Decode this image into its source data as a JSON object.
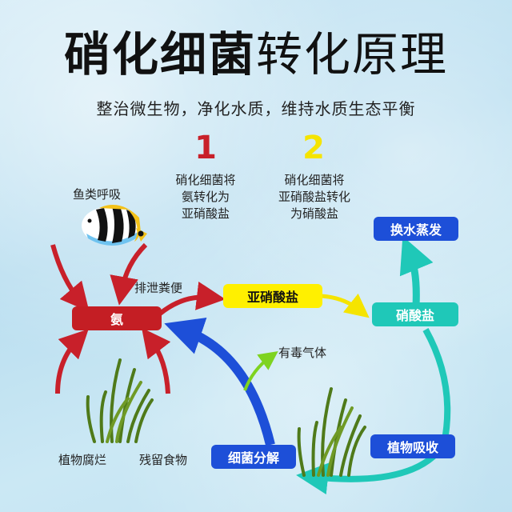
{
  "title": {
    "bold_part": "硝化细菌",
    "light_part": "转化原理"
  },
  "subtitle": "整治微生物，净化水质，维持水质生态平衡",
  "steps": [
    {
      "number": "1",
      "color": "#c8202a",
      "lines": [
        "硝化细菌将",
        "氨转化为",
        "亚硝酸盐"
      ]
    },
    {
      "number": "2",
      "color": "#f5e400",
      "lines": [
        "硝化细菌将",
        "亚硝酸盐转化",
        "为硝酸盐"
      ]
    }
  ],
  "labels": {
    "fish_breathing": "鱼类呼吸",
    "excretion": "排泄粪便",
    "toxic_gas": "有毒气体",
    "plant_decay": "植物腐烂",
    "food_residue": "残留食物"
  },
  "boxes": {
    "ammonia": {
      "label": "氨",
      "bg": "#c41e24",
      "color": "#ffffff"
    },
    "nitrite": {
      "label": "亚硝酸盐",
      "bg": "#fff000",
      "color": "#111111"
    },
    "nitrate": {
      "label": "硝酸盐",
      "bg": "#1fc8b8",
      "color": "#ffffff"
    },
    "water_change": {
      "label": "换水蒸发",
      "bg": "#1d4fd8",
      "color": "#ffffff"
    },
    "bacteria_decompose": {
      "label": "细菌分解",
      "bg": "#1d4fd8",
      "color": "#ffffff"
    },
    "plant_absorb": {
      "label": "植物吸收",
      "bg": "#1d4fd8",
      "color": "#ffffff"
    }
  },
  "colors": {
    "red_arrow": "#c8202a",
    "yellow_arrow": "#f5e400",
    "teal_arrow": "#1fc8b8",
    "blue_arrow": "#1d4fd8",
    "green_arrow": "#7ed320"
  }
}
